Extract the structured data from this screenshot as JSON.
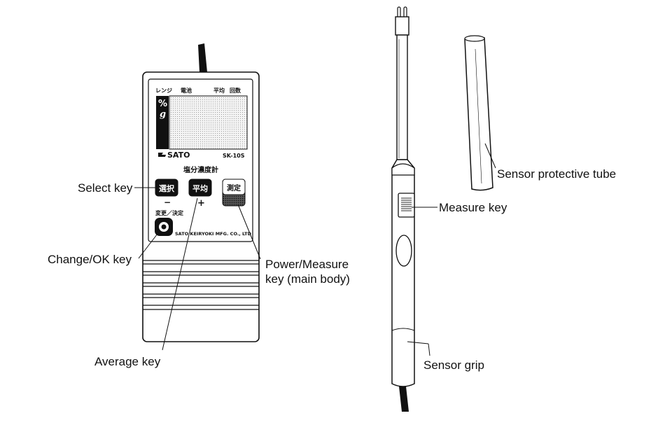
{
  "meter": {
    "lcd_headers": {
      "range": "レンジ",
      "battery": "電池",
      "average": "平均",
      "count": "回数"
    },
    "units": {
      "percent": "%",
      "gram": "g"
    },
    "brand": "SATO",
    "model": "SK-10S",
    "product_name": "塩分濃度計",
    "keys": {
      "select": "選択",
      "select_sub": "−",
      "average": "平均",
      "average_sub": "+",
      "measure": "測定",
      "change_ok": "変更／決定"
    },
    "maker": "SATO KEIRYOKI MFG. CO., LTD"
  },
  "labels": {
    "select_key": "Select key",
    "change_ok_key": "Change/OK key",
    "average_key": "Average key",
    "power_measure_key_line1": "Power/Measure",
    "power_measure_key_line2": "key (main body)",
    "sensor_protective_tube": "Sensor protective tube",
    "measure_key": "Measure key",
    "sensor_grip": "Sensor grip"
  }
}
